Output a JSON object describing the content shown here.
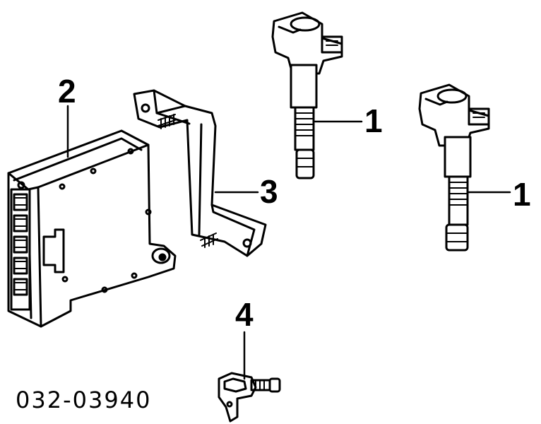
{
  "callouts": {
    "ignition_coil_a": "1",
    "ignition_coil_b": "1",
    "control_module": "2",
    "mounting_bracket": "3",
    "sensor": "4"
  },
  "diagram_code": "032-03940"
}
